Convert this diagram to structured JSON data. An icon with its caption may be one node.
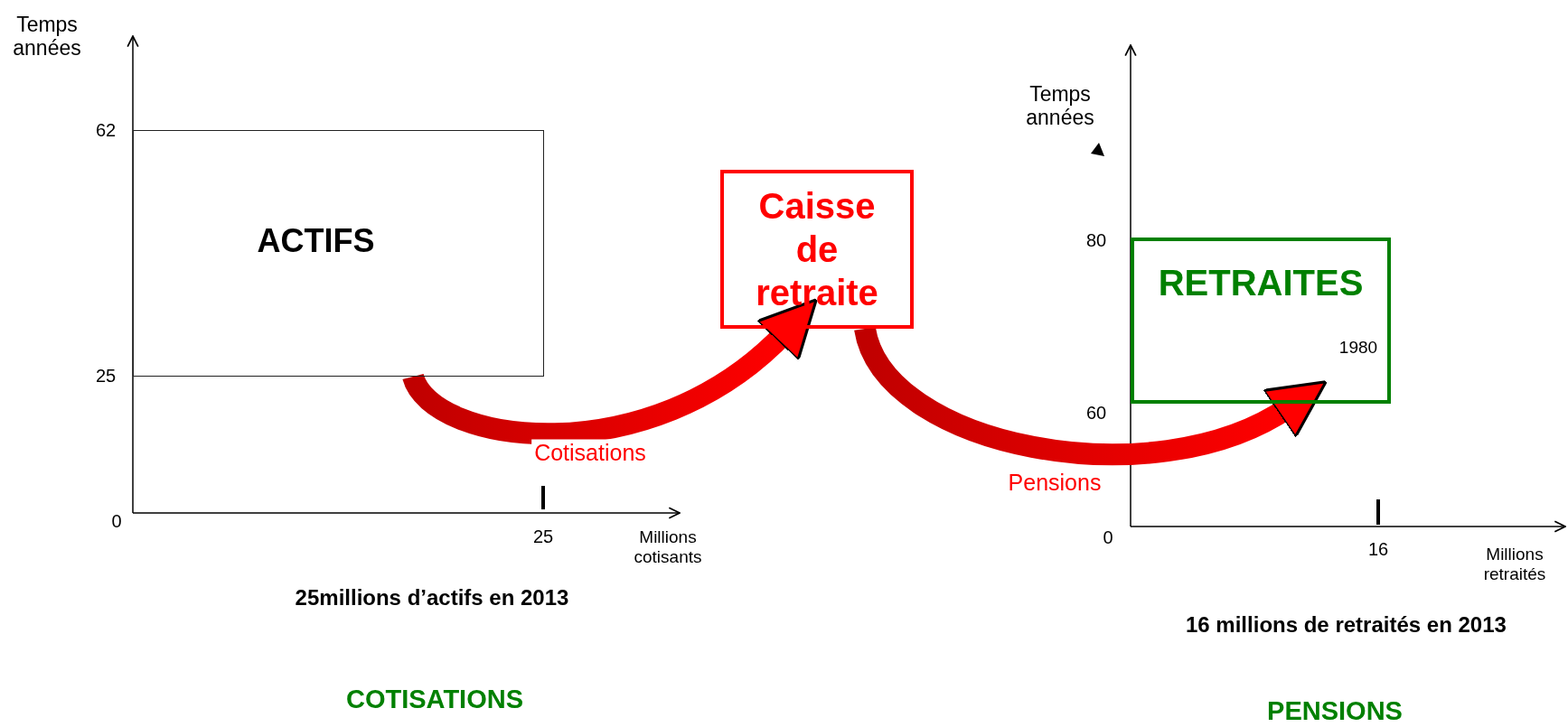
{
  "diagram": {
    "nodes": [
      {
        "text": [
          "ACTIFS"
        ]
      },
      {
        "text": [
          "Caisse de retraite"
        ]
      },
      {
        "text": [
          "RETRAITES"
        ]
      }
    ],
    "edges": [
      {
        "from": 0,
        "to": 1,
        "arrow": "to",
        "label": "Cotisations",
        "style": "thick"
      },
      {
        "from": 1,
        "to": 2,
        "arrow": "to",
        "label": "Pensions",
        "style": "thick"
      }
    ],
    "labels": [
      "Temps années",
      "62",
      "25",
      "0",
      "25",
      "Millions cotisants",
      "25millions d’actifs en 2013",
      "COTISATIONS",
      "Temps années",
      "80",
      "60",
      "1980",
      "0",
      "16",
      "Millions retraités",
      "16 millions de retraités en 2013",
      "PENSIONS"
    ]
  }
}
